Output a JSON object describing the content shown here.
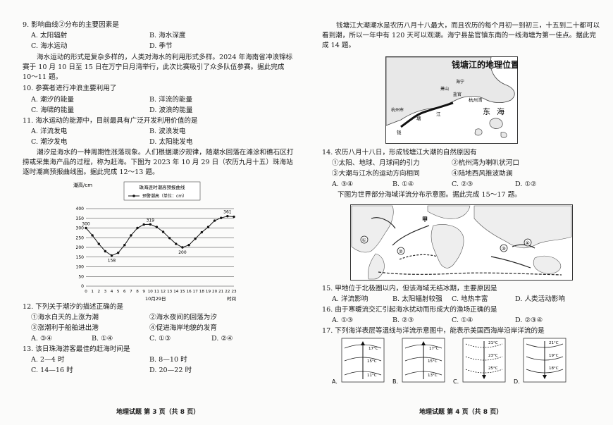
{
  "left": {
    "q9": {
      "stem": "9. 影响曲线②分布的主要因素是",
      "options": [
        "A. 太阳辐射",
        "B. 海水深度",
        "C. 海水运动",
        "D. 季节"
      ]
    },
    "intro_10_11": "海水运动的形式是复杂多样的，人类对海水的利用形式多样。2024 年海南省冲浪锦标赛于 10 月 10 日至 15 日在万宁日月湾举行，此次比赛吸引了众多队伍参赛。据此完成 10～11 题。",
    "q10": {
      "stem": "10. 参赛者进行冲浪主要利用了",
      "options": [
        "A. 潮汐的能量",
        "B. 洋流的能量",
        "C. 海啸的能量",
        "D. 波浪的能量"
      ]
    },
    "q11": {
      "stem": "11. 海水运动的能源中，目前最具有广泛开发利用价值的是",
      "options": [
        "A. 洋流发电",
        "B. 波浪发电",
        "C. 潮汐发电",
        "D. 太阳能发电"
      ]
    },
    "intro_12_13": "潮汐是海水的一种周期性涨落现象。人们根据潮汐规律，随潮水回落在滩涂和礁石区打捞或采集海产品的过程，称为赶海。下图为 2023 年 10 月 29 日（农历九月十五）珠海站逐时潮高预报曲线图。据此完成 12～13 题。",
    "q12": {
      "stem": "12. 下列关于潮汐的描述正确的是",
      "items": [
        "①海水白天的上涨为潮",
        "②海水夜间的回落为汐",
        "③涨潮利于船舶进出港",
        "④促进海岸地貌的发育"
      ],
      "options": [
        "A. ③④",
        "B. ①④",
        "C. ①③",
        "D. ②④"
      ]
    },
    "q13": {
      "stem": "13. 该日珠海游客最佳的赶海时间是",
      "options": [
        "A. 2—4 时",
        "B. 8—10 时",
        "C. 14—16 时",
        "D. 20—22 时"
      ]
    },
    "footer": "地理试题 第 3 页（共 8 页）"
  },
  "right": {
    "intro_14": "钱塘江大潮潮水是农历八月十八最大，而且农历的每个月初一到初三，十五到二十都可以看到潮，所以一年中有 120 天可以观潮。海宁县盐官镇东南的一线海塘为第一佳点。据此完成 14 题。",
    "map_title": "钱塘江的地理位置",
    "map_labels": [
      "萧山",
      "海宁",
      "盐官",
      "杭州湾",
      "杭州市",
      "钱",
      "塘",
      "江",
      "东",
      "海"
    ],
    "q14": {
      "stem": "14. 农历八月十八日，形成钱塘江大潮的自然原因有",
      "items": [
        "①太阳、地球、月球间的引力",
        "②杭州湾为喇叭状河口",
        "③大潮与江水的运动方向相同",
        "④陆地西风推波助澜"
      ],
      "options": [
        "A. ③④",
        "B. ①④",
        "C. ②③",
        "D. ①②"
      ]
    },
    "intro_15_17": "下图为世界部分海域洋流分布示意图。据此完成 15～17 题。",
    "current_map_labels": [
      "甲",
      "①",
      "②",
      "③",
      "④"
    ],
    "q15": {
      "stem": "15. 甲地位于北极圈以内，但该海域无结冰期，主要原因是",
      "options": [
        "A. 洋流影响",
        "B. 太阳辐射较强",
        "C. 地热丰富",
        "D. 人类活动影响"
      ]
    },
    "q16": {
      "stem": "16. 由于寒暖流交汇引起海水扰动而形成大的渔场正确的是",
      "options": [
        "A. ①③",
        "B. ②③",
        "C. ①④",
        "D. ②③④"
      ]
    },
    "q17": {
      "stem": "17. 下列海洋表层等温线与洋流示意图中，能表示美国西海岸沿岸洋流的是",
      "panels": [
        {
          "letter": "A.",
          "temps": [
            "17°C",
            "15°C",
            "11°C"
          ]
        },
        {
          "letter": "B.",
          "temps": [
            "17°C",
            "15°C",
            "13°C"
          ]
        },
        {
          "letter": "C.",
          "temps": [
            "21°C",
            "23°C",
            "25°C"
          ]
        },
        {
          "letter": "D.",
          "temps": [
            "21°C",
            "19°C",
            "18°C"
          ]
        }
      ]
    },
    "footer": "地理试题 第 4 页（共 8 页）"
  },
  "chart_data": {
    "type": "line",
    "title": "珠海逐时潮高预报曲线",
    "legend": "预警潮高（单位：cm）",
    "ylabel": "潮高/cm",
    "xlabel": "时间",
    "date_label": "10月29日",
    "ylim": [
      0,
      400
    ],
    "yticks": [
      0,
      50,
      100,
      150,
      200,
      250,
      300,
      350,
      400
    ],
    "x": [
      0,
      1,
      2,
      3,
      4,
      5,
      6,
      7,
      8,
      9,
      10,
      11,
      12,
      13,
      14,
      15,
      16,
      17,
      18,
      19,
      20,
      21,
      22,
      23
    ],
    "values": [
      300,
      262,
      218,
      180,
      158,
      172,
      212,
      262,
      300,
      318,
      319,
      305,
      280,
      248,
      218,
      200,
      212,
      245,
      278,
      305,
      338,
      352,
      361,
      358
    ],
    "labeled_points": [
      {
        "x": 0,
        "y": 300,
        "label": "300"
      },
      {
        "x": 4,
        "y": 158,
        "label": "158"
      },
      {
        "x": 10,
        "y": 319,
        "label": "319"
      },
      {
        "x": 15,
        "y": 200,
        "label": "200"
      },
      {
        "x": 22,
        "y": 361,
        "label": "361"
      }
    ],
    "grid": true
  }
}
